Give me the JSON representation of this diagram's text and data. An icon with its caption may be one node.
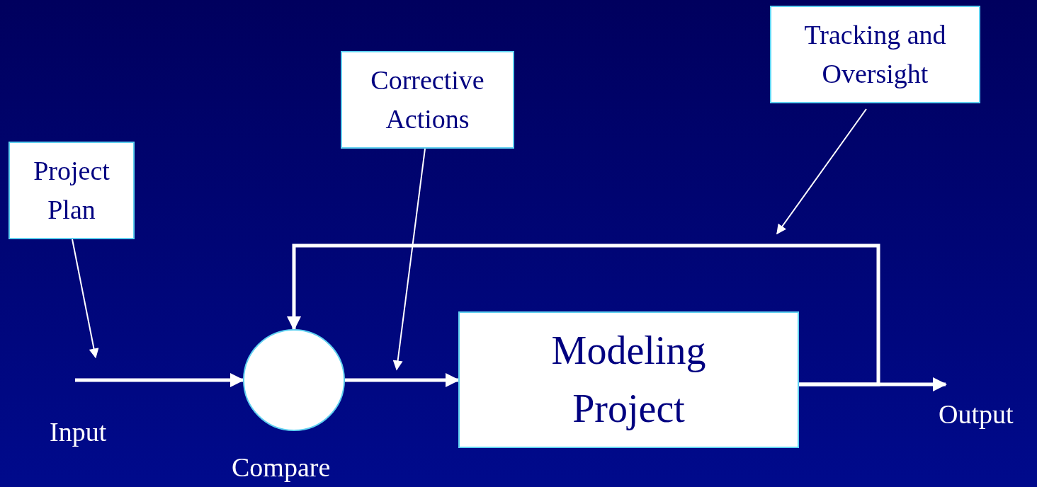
{
  "diagram": {
    "nodes": [
      {
        "text": [
          "Tracking and Oversight"
        ]
      },
      {
        "text": [
          "Corrective Actions"
        ]
      },
      {
        "text": [
          "Project Plan"
        ]
      },
      {
        "text": [],
        "shape": "circle",
        "beside": [
          "Compare"
        ]
      },
      {
        "text": [
          "Modeling Project"
        ]
      }
    ],
    "edges": [
      {
        "from": null,
        "to": 3,
        "arrow": "to"
      },
      {
        "from": 3,
        "to": 4,
        "arrow": "to"
      },
      {
        "from": 4,
        "to": null,
        "arrow": "to"
      },
      {
        "from": 4,
        "to": 3,
        "arrow": "to"
      },
      {
        "from": 2,
        "to": null,
        "arrow": "to"
      },
      {
        "from": 1,
        "to": null,
        "arrow": "to"
      },
      {
        "from": 0,
        "to": null,
        "arrow": "to"
      }
    ],
    "labels": [
      "Input",
      "Output"
    ]
  }
}
